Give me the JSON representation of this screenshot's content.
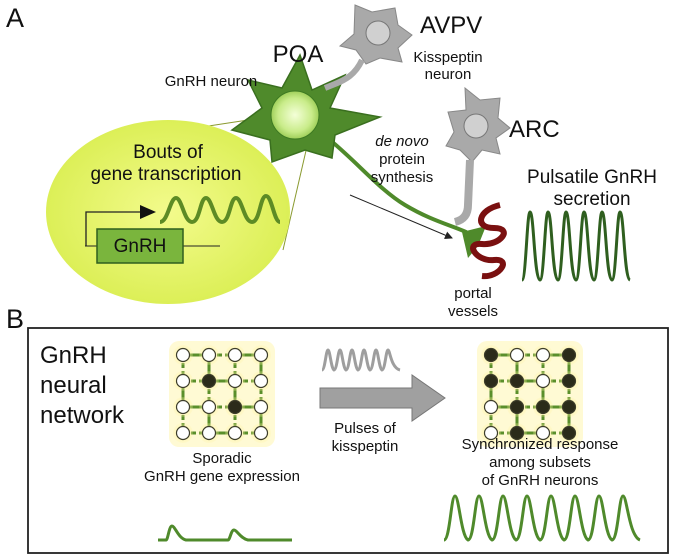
{
  "panel_a": {
    "letter": "A",
    "poa_title": "POA",
    "poa_subtitle": "GnRH neuron",
    "avpv_title": "AVPV",
    "avpv_sub1": "Kisspeptin",
    "avpv_sub2": "neuron",
    "arc_title": "ARC",
    "bouts_line1": "Bouts of",
    "bouts_line2": "gene transcription",
    "gene_label": "GnRH",
    "denovo_italic": "de novo",
    "denovo_line2": "protein",
    "denovo_line3": "synthesis",
    "pulsatile_line1": "Pulsatile GnRH",
    "pulsatile_line2": "secretion",
    "portal_line1": "portal",
    "portal_line2": "vessels"
  },
  "panel_b": {
    "letter": "B",
    "network_line1": "GnRH",
    "network_line2": "neural",
    "network_line3": "network",
    "pulses_line1": "Pulses of",
    "pulses_line2": "kisspeptin",
    "sporadic_line1": "Sporadic",
    "sporadic_line2": "GnRH gene expression",
    "sync_line1": "Synchronized response",
    "sync_line2": "among subsets",
    "sync_line3": "of GnRH neurons"
  },
  "colors": {
    "neuron_green": "#4f8a2b",
    "dark_green": "#2f5f1f",
    "halo_yellow": "#e3f26a",
    "gray_neuron": "#a9a9a9",
    "vessel_red": "#7a1010",
    "arrow_gray": "#9e9e9e"
  }
}
